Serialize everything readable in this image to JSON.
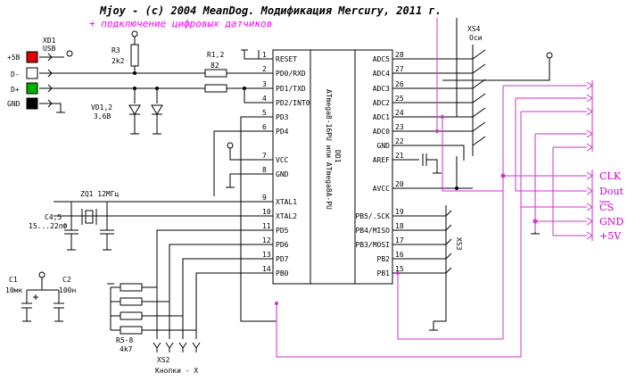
{
  "title": "Mjoy - (c) 2004 MeanDog. Модификация Mercury, 2011 г.",
  "subtitle": "+ подключение цифровых датчиков",
  "usb": {
    "ref": "XD1",
    "name": "USB",
    "pins": [
      "+5В",
      "D-",
      "D+",
      "GND"
    ],
    "colors": [
      "#e00000",
      "#ffffff",
      "#00b000",
      "#000000"
    ]
  },
  "r3": {
    "ref": "R3",
    "value": "2k2"
  },
  "r12": {
    "ref": "R1,2",
    "value": "82"
  },
  "vd": {
    "ref": "VD1,2",
    "value": "3,6В"
  },
  "crystal": {
    "label": "ZQ1 12МГц"
  },
  "c45": {
    "ref": "C4,5",
    "value": "15...22пФ"
  },
  "c1": {
    "ref": "C1",
    "value": "10мк"
  },
  "c2": {
    "ref": "C2",
    "value": "100н"
  },
  "r58": {
    "ref": "R5-8",
    "value": "4k7"
  },
  "xs2": {
    "ref": "XS2",
    "label": "Кнопки - X"
  },
  "xs3": {
    "ref": "XS3"
  },
  "xs4": {
    "ref": "XS4",
    "label": "Оси"
  },
  "chip": {
    "ref": "DD1",
    "name": "ATmega8-16PU  или  ATmega8A-PU",
    "left_pins": [
      {
        "num": "1",
        "name": "RESET"
      },
      {
        "num": "2",
        "name": "PD0/RXD"
      },
      {
        "num": "3",
        "name": "PD1/TXD"
      },
      {
        "num": "4",
        "name": "PD2/INT0"
      },
      {
        "num": "5",
        "name": "PD3"
      },
      {
        "num": "6",
        "name": "PD4"
      },
      {
        "num": "7",
        "name": "VCC"
      },
      {
        "num": "8",
        "name": "GND"
      },
      {
        "num": "9",
        "name": "XTAL1"
      },
      {
        "num": "10",
        "name": "XTAL2"
      },
      {
        "num": "11",
        "name": "PD5"
      },
      {
        "num": "12",
        "name": "PD6"
      },
      {
        "num": "13",
        "name": "PD7"
      },
      {
        "num": "14",
        "name": "PB0"
      }
    ],
    "right_pins": [
      {
        "num": "28",
        "name": "ADC5"
      },
      {
        "num": "27",
        "name": "ADC4"
      },
      {
        "num": "26",
        "name": "ADC3"
      },
      {
        "num": "25",
        "name": "ADC2"
      },
      {
        "num": "24",
        "name": "ADC1"
      },
      {
        "num": "23",
        "name": "ADC0"
      },
      {
        "num": "22",
        "name": "GND"
      },
      {
        "num": "21",
        "name": "AREF"
      },
      {
        "num": "20",
        "name": "AVCC"
      },
      {
        "num": "19",
        "name": "PB5/.SCK"
      },
      {
        "num": "18",
        "name": "PB4/MISO"
      },
      {
        "num": "17",
        "name": "PB3/MOSI"
      },
      {
        "num": "16",
        "name": "PB2"
      },
      {
        "num": "15",
        "name": "PB1"
      }
    ]
  },
  "sensor_signals": [
    "CLK",
    "Dout",
    "CS",
    "GND",
    "+5V"
  ],
  "colors": {
    "wire": "#000000",
    "sensor_wire": "#cc33cc",
    "subtitle": "#ff00ff"
  }
}
